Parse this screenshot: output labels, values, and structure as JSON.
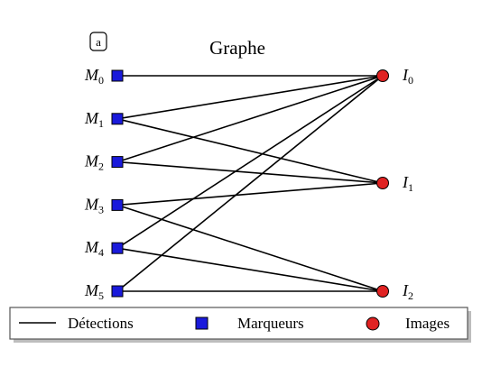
{
  "panel_tag": "a",
  "title": "Graphe",
  "colors": {
    "marker_fill": "#1a1adb",
    "image_fill": "#e02222",
    "edge": "#000000",
    "legend_border": "#555555"
  },
  "graph": {
    "markers": [
      {
        "id": "M0",
        "letter": "M",
        "sub": "0"
      },
      {
        "id": "M1",
        "letter": "M",
        "sub": "1"
      },
      {
        "id": "M2",
        "letter": "M",
        "sub": "2"
      },
      {
        "id": "M3",
        "letter": "M",
        "sub": "3"
      },
      {
        "id": "M4",
        "letter": "M",
        "sub": "4"
      },
      {
        "id": "M5",
        "letter": "M",
        "sub": "5"
      }
    ],
    "images": [
      {
        "id": "I0",
        "letter": "I",
        "sub": "0"
      },
      {
        "id": "I1",
        "letter": "I",
        "sub": "1"
      },
      {
        "id": "I2",
        "letter": "I",
        "sub": "2"
      }
    ],
    "edges": [
      [
        "M0",
        "I0"
      ],
      [
        "M1",
        "I0"
      ],
      [
        "M1",
        "I1"
      ],
      [
        "M2",
        "I0"
      ],
      [
        "M2",
        "I1"
      ],
      [
        "M3",
        "I1"
      ],
      [
        "M3",
        "I2"
      ],
      [
        "M4",
        "I0"
      ],
      [
        "M4",
        "I2"
      ],
      [
        "M5",
        "I0"
      ],
      [
        "M5",
        "I2"
      ]
    ]
  },
  "legend": {
    "detections": "Détections",
    "markers": "Marqueurs",
    "images": "Images"
  }
}
